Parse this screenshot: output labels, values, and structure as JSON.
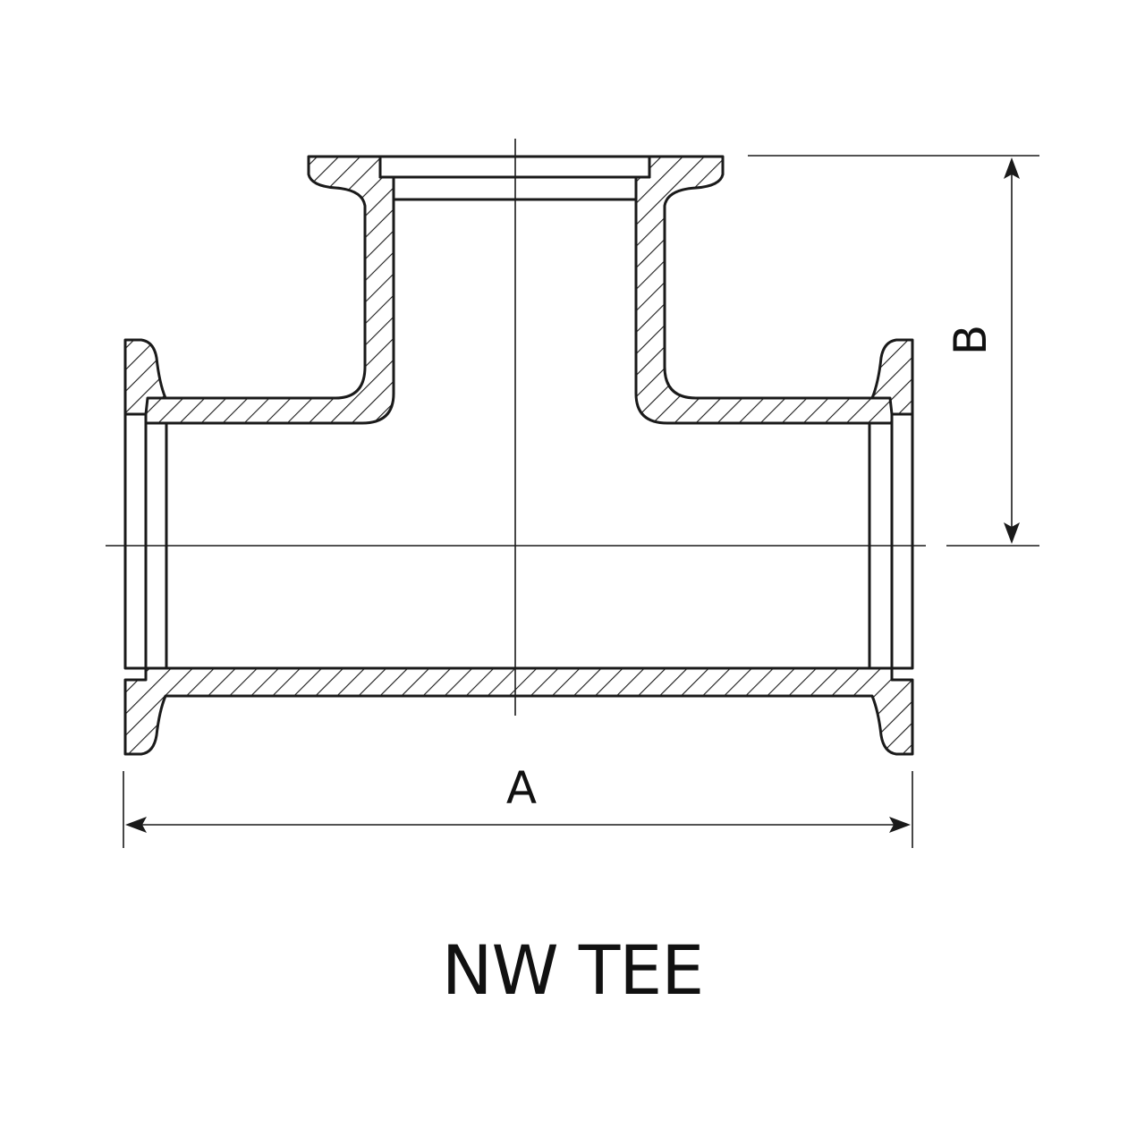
{
  "title": "NW TEE",
  "dimensions": {
    "length_label": "A",
    "height_label": "B"
  },
  "colors": {
    "line": "#1a1a1a",
    "background": "#ffffff"
  }
}
